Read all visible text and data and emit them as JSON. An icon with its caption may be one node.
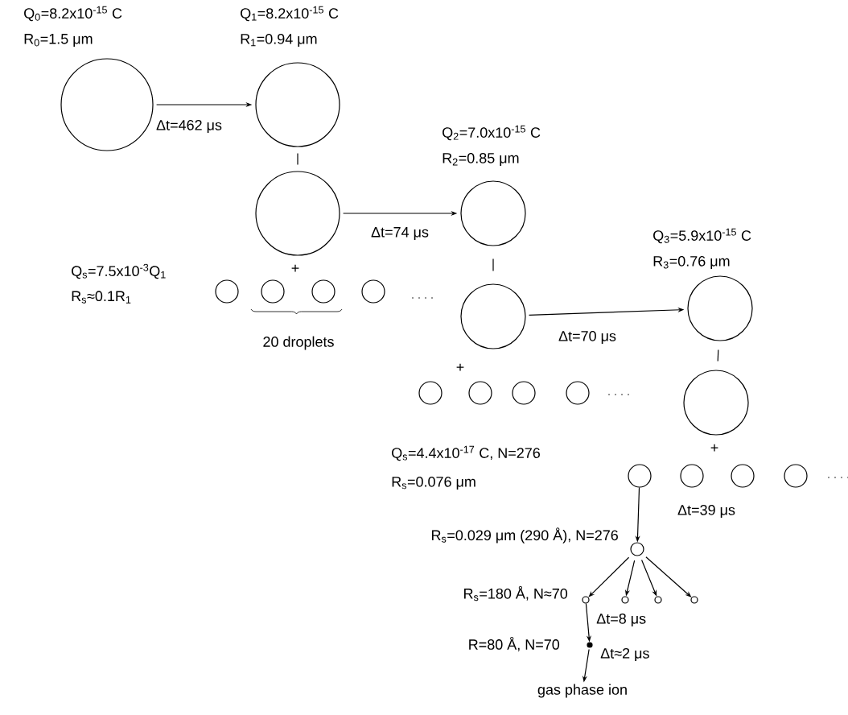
{
  "diagram": {
    "nodes": [
      {
        "text": [],
        "shape": "circle",
        "beside": [
          "Q$_{0}$=8.2x10$^{-15}$ C",
          "R$_{0}$=1.5 μm"
        ]
      },
      {
        "text": [],
        "shape": "circle",
        "beside": [
          "Q$_{1}$=8.2x10$^{-15}$ C",
          "R$_{1}$=0.94 μm"
        ]
      },
      {
        "text": [],
        "shape": "circle"
      },
      {
        "text": [],
        "shape": "circle"
      },
      {
        "text": [],
        "shape": "circle"
      },
      {
        "text": [],
        "shape": "circle"
      },
      {
        "text": [],
        "shape": "circle"
      },
      {
        "text": [],
        "shape": "circle",
        "beside": [
          "Q$_{2}$=7.0x10$^{-15}$ C",
          "R$_{2}$=0.85 μm"
        ]
      },
      {
        "text": [],
        "shape": "circle"
      },
      {
        "text": [],
        "shape": "circle"
      },
      {
        "text": [],
        "shape": "circle"
      },
      {
        "text": [],
        "shape": "circle"
      },
      {
        "text": [],
        "shape": "circle"
      },
      {
        "text": [],
        "shape": "circle",
        "beside": [
          "Q$_{3}$=5.9x10$^{-15}$ C",
          "R$_{3}$=0.76 μm"
        ]
      },
      {
        "text": [],
        "shape": "circle"
      },
      {
        "text": [],
        "shape": "circle"
      },
      {
        "text": [],
        "shape": "circle"
      },
      {
        "text": [],
        "shape": "circle"
      },
      {
        "text": [],
        "shape": "circle"
      },
      {
        "text": [],
        "shape": "circle",
        "beside": [
          "R$_{s}$=0.029 μm (290 Å), N=276"
        ]
      },
      {
        "text": [],
        "shape": "circle",
        "beside": [
          "R$_{s}$=180 Å, N≈70"
        ]
      },
      {
        "text": [],
        "shape": "circle"
      },
      {
        "text": [],
        "shape": "circle"
      },
      {
        "text": [],
        "shape": "circle"
      },
      {
        "text": [],
        "shape": "circle",
        "beside": [
          "R=80 Å, N=70"
        ]
      },
      {
        "text": [
          "gas phase ion"
        ]
      }
    ],
    "edges": [
      {
        "from": 0,
        "to": 1,
        "arrow": "to",
        "label": "Δt=462 μs"
      },
      {
        "from": 1,
        "to": 2,
        "arrow": "none"
      },
      {
        "from": 2,
        "to": 7,
        "arrow": "to",
        "label": "Δt=74 μs"
      },
      {
        "from": 7,
        "to": 8,
        "arrow": "none"
      },
      {
        "from": 8,
        "to": 13,
        "arrow": "to",
        "label": "Δt=70 μs"
      },
      {
        "from": 13,
        "to": 14,
        "arrow": "none"
      },
      {
        "from": 15,
        "to": 19,
        "arrow": "to",
        "label": "Δt=39 μs"
      },
      {
        "from": 19,
        "to": 20,
        "arrow": "to"
      },
      {
        "from": 19,
        "to": 21,
        "arrow": "to"
      },
      {
        "from": 19,
        "to": 22,
        "arrow": "to"
      },
      {
        "from": 19,
        "to": 23,
        "arrow": "to"
      },
      {
        "from": 20,
        "to": 24,
        "arrow": "to",
        "label": "Δt=8 μs"
      },
      {
        "from": 24,
        "to": 25,
        "arrow": "to",
        "label": "Δt≈2 μs"
      }
    ],
    "labels": [
      "+",
      "Q$_{s}$=7.5x10$^{-3}$Q$_{1}$",
      "R$_{s}$≈0.1R$_{1}$",
      "20 droplets",
      "+",
      "+",
      "Q$_{s}$=4.4x10$^{-17}$ C, N=276",
      "R$_{s}$=0.076 μm"
    ]
  }
}
